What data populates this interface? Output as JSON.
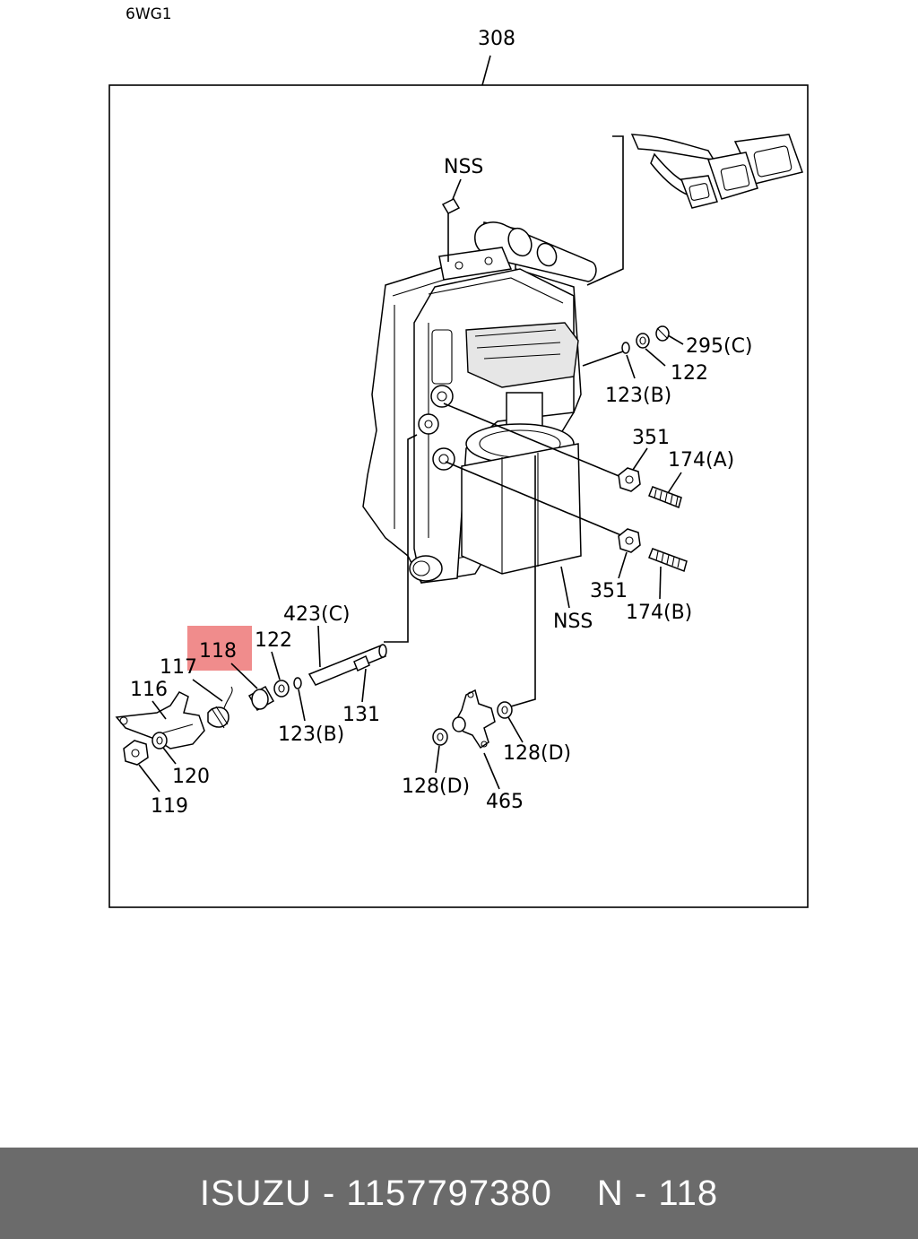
{
  "diagram": {
    "page_code": "6WG1",
    "assembly_number": "308",
    "highlight_color": "#f08c8c",
    "callouts": {
      "nss_top": "NSS",
      "c295c": "295(C)",
      "c122_right": "122",
      "c123b_right": "123(B)",
      "c351_top": "351",
      "c174a": "174(A)",
      "c351_bottom": "351",
      "c174b": "174(B)",
      "nss_bottom": "NSS",
      "c423c": "423(C)",
      "c118": "118",
      "c122_left": "122",
      "c117": "117",
      "c116": "116",
      "c123b_left": "123(B)",
      "c131": "131",
      "c120": "120",
      "c119": "119",
      "c128d_right": "128(D)",
      "c128d_left": "128(D)",
      "c465": "465"
    }
  },
  "footer": {
    "brand": "ISUZU",
    "part_number": "1157797380",
    "reference": "N - 118",
    "separator": " - "
  }
}
